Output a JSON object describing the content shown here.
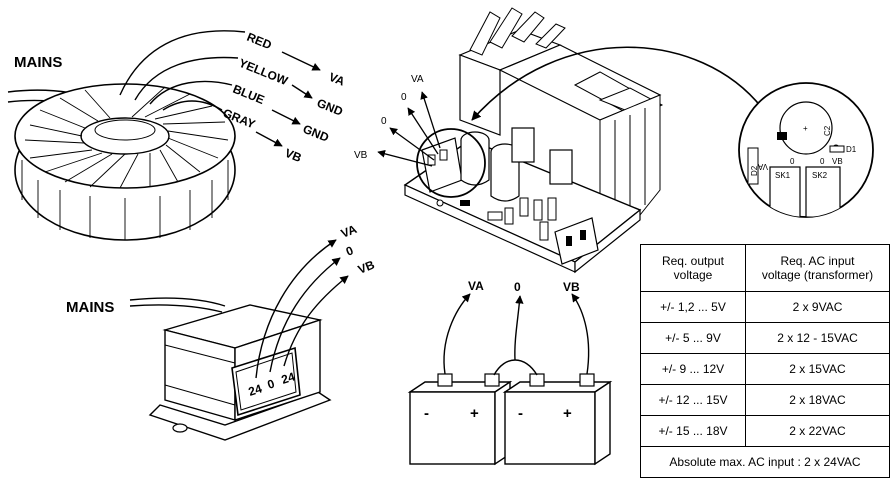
{
  "toroid": {
    "mains_label": "MAINS",
    "wires": [
      {
        "color": "RED",
        "terminal": "VA"
      },
      {
        "color": "YELLOW",
        "terminal": "GND"
      },
      {
        "color": "BLUE",
        "terminal": "GND"
      },
      {
        "color": "GRAY",
        "terminal": "VB"
      }
    ]
  },
  "transformer": {
    "mains_label": "MAINS",
    "outputs": [
      "VA",
      "0",
      "VB"
    ],
    "tap_labels": [
      "24",
      "0",
      "24"
    ]
  },
  "board": {
    "inputs": [
      "VA",
      "0",
      "0",
      "VB"
    ],
    "inset_labels": {
      "c2": "C2",
      "d1": "D1",
      "d2": "D2",
      "va": "VA",
      "zero1": "0",
      "zero2": "0",
      "vb": "VB",
      "sk1": "SK1",
      "sk2": "SK2",
      "plus": "+"
    }
  },
  "batteries": {
    "outputs": [
      "VA",
      "0",
      "VB"
    ],
    "signs": [
      "-",
      "+",
      "-",
      "+"
    ]
  },
  "table": {
    "header_left_1": "Req. output",
    "header_left_2": "voltage",
    "header_right_1": "Req. AC input",
    "header_right_2": "voltage (transformer)",
    "rows": [
      {
        "output": "+/- 1,2 ... 5V",
        "input": "2 x 9VAC"
      },
      {
        "output": "+/- 5 ... 9V",
        "input": "2 x 12 - 15VAC"
      },
      {
        "output": "+/- 9 ... 12V",
        "input": "2 x 15VAC"
      },
      {
        "output": "+/- 12 ... 15V",
        "input": "2 x 18VAC"
      },
      {
        "output": "+/- 15 ... 18V",
        "input": "2 x 22VAC"
      }
    ],
    "footer": "Absolute max. AC input : 2 x 24VAC"
  }
}
